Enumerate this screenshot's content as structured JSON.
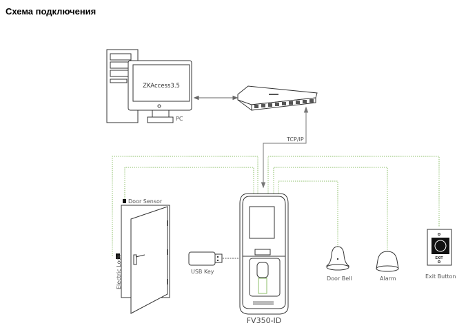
{
  "title": "Схема подключения",
  "diagram": {
    "pc": {
      "software": "ZKAccess3.5",
      "label": "PC"
    },
    "connection": "TCP/IP",
    "device": "FV350-ID",
    "peripherals": {
      "door_sensor": "Door Sensor",
      "electric_lock": "Electric Lock",
      "usb_key": "USB Key",
      "door_bell": "Door Bell",
      "alarm": "Alarm",
      "exit_button": "Exit Button",
      "exit_text": "EXIT"
    },
    "colors": {
      "wiring": "#8cbf6a",
      "outline": "#333333"
    }
  }
}
